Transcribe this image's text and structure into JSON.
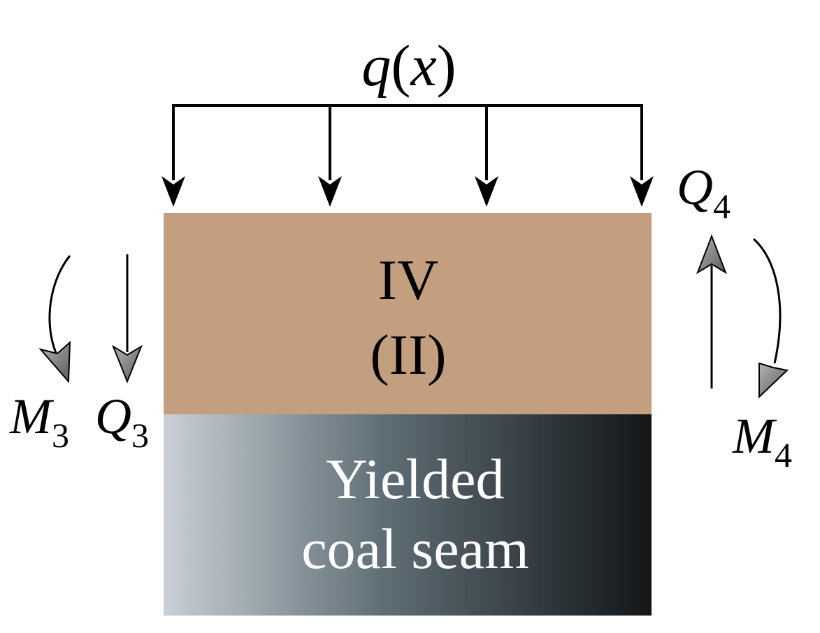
{
  "load": {
    "label_q": "q",
    "label_open": "(",
    "label_x": "x",
    "label_close": ")"
  },
  "block_upper": {
    "line1": "IV",
    "line2": "(II)",
    "color": "#c49f7f"
  },
  "block_lower": {
    "line1": "Yielded",
    "line2": "coal seam",
    "gradient_light": "#c9d0d6",
    "gradient_mid": "#5f6e76",
    "gradient_dark": "#121618",
    "text_color": "#ffffff"
  },
  "left_forces": {
    "moment": {
      "symbol": "M",
      "subscript": "3"
    },
    "shear": {
      "symbol": "Q",
      "subscript": "3"
    }
  },
  "right_forces": {
    "moment": {
      "symbol": "M",
      "subscript": "4"
    },
    "shear": {
      "symbol": "Q",
      "subscript": "4"
    }
  },
  "colors": {
    "line": "#000000",
    "arrowhead_gray": "#8a8a8a"
  }
}
